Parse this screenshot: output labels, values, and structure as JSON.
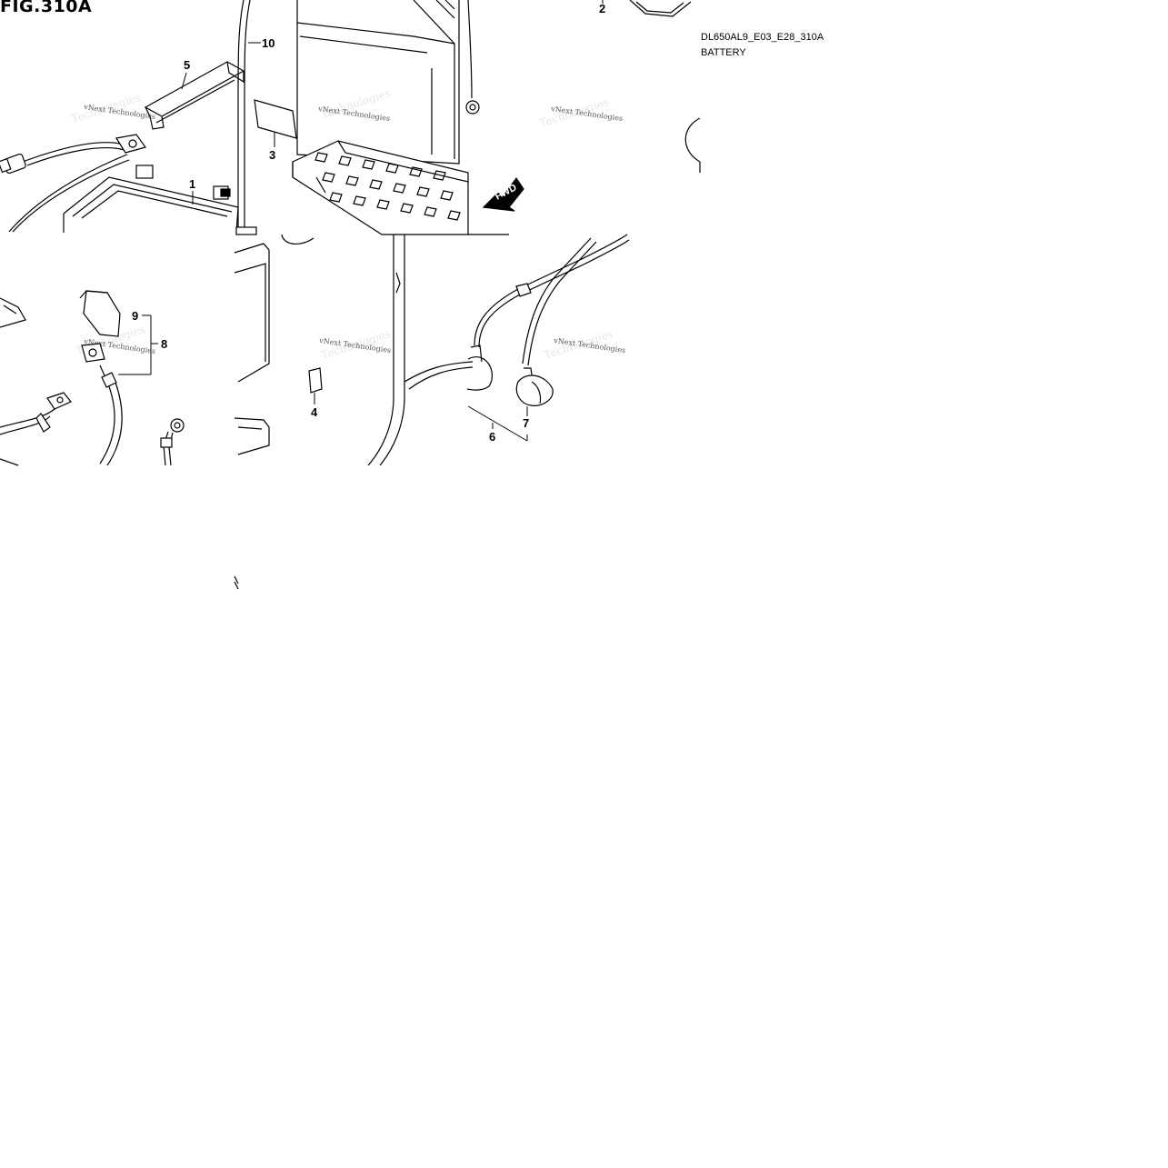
{
  "figure": {
    "title": "FIG.310A",
    "diagram_code": "DL650AL9_E03_E28_310A",
    "diagram_name": "BATTERY",
    "direction_label": "FWD"
  },
  "callouts": [
    "1",
    "2",
    "3",
    "4",
    "5",
    "6",
    "7",
    "8",
    "9",
    "10"
  ],
  "watermark": {
    "line1": "vNext Technologies",
    "line2": "Technologies"
  },
  "colors": {
    "ink": "#000000",
    "background": "#ffffff",
    "watermark": "#555555"
  }
}
